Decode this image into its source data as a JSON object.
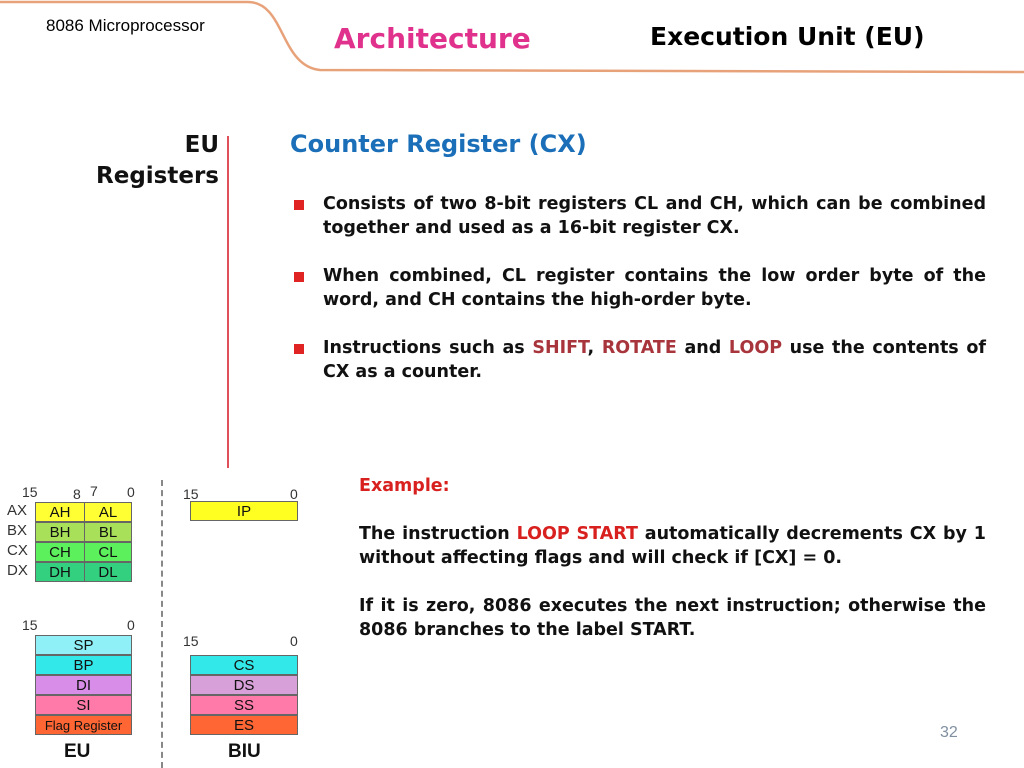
{
  "header": {
    "course_title": "8086 Microprocessor",
    "section_title": "Architecture",
    "topic_title": "Execution Unit (EU)"
  },
  "side_heading": {
    "line1": "EU",
    "line2": "Registers"
  },
  "main": {
    "title": "Counter Register (CX)",
    "bullet1": "Consists of two 8-bit registers CL and CH, which can be combined together and used as a 16-bit register CX.",
    "bullet2": "When combined, CL register contains the low order byte of the word, and CH contains the high-order byte.",
    "bullet3_part1": "Instructions such as ",
    "bullet3_kw1": "SHIFT",
    "bullet3_sep1": ", ",
    "bullet3_kw2": "ROTATE",
    "bullet3_sep2": " and ",
    "bullet3_kw3": "LOOP",
    "bullet3_part2": " use the contents of CX as a counter."
  },
  "example": {
    "label": "Example:",
    "p1_part1": "The instruction ",
    "p1_code": "LOOP START",
    "p1_part2": " automatically decrements CX by 1 without affecting flags and will check if [CX] = 0.",
    "p2": "If it is  zero, 8086 executes the next instruction; otherwise the 8086 branches to the label START."
  },
  "diagram": {
    "gp_bits": {
      "b15": "15",
      "b8": "8",
      "b7": "7",
      "b0": "0"
    },
    "gp_registers": [
      {
        "name": "AX",
        "high": "AH",
        "low": "AL"
      },
      {
        "name": "BX",
        "high": "BH",
        "low": "BL"
      },
      {
        "name": "CX",
        "high": "CH",
        "low": "CL"
      },
      {
        "name": "DX",
        "high": "DH",
        "low": "DL"
      }
    ],
    "ip_bits": {
      "b15": "15",
      "b0": "0"
    },
    "ip_register": "IP",
    "ptr_bits": {
      "b15": "15",
      "b0": "0"
    },
    "ptr_registers": [
      "SP",
      "BP",
      "DI",
      "SI",
      "Flag Register"
    ],
    "seg_bits": {
      "b15": "15",
      "b0": "0"
    },
    "seg_registers": [
      "CS",
      "DS",
      "SS",
      "ES"
    ],
    "eu_label": "EU",
    "biu_label": "BIU"
  },
  "page_number": "32",
  "colors": {
    "accent_pink": "#e0318c",
    "title_blue": "#1a6fb8",
    "keyword_red": "#a8343c",
    "example_red": "#d8201e",
    "header_curve": "#e8a27a"
  }
}
